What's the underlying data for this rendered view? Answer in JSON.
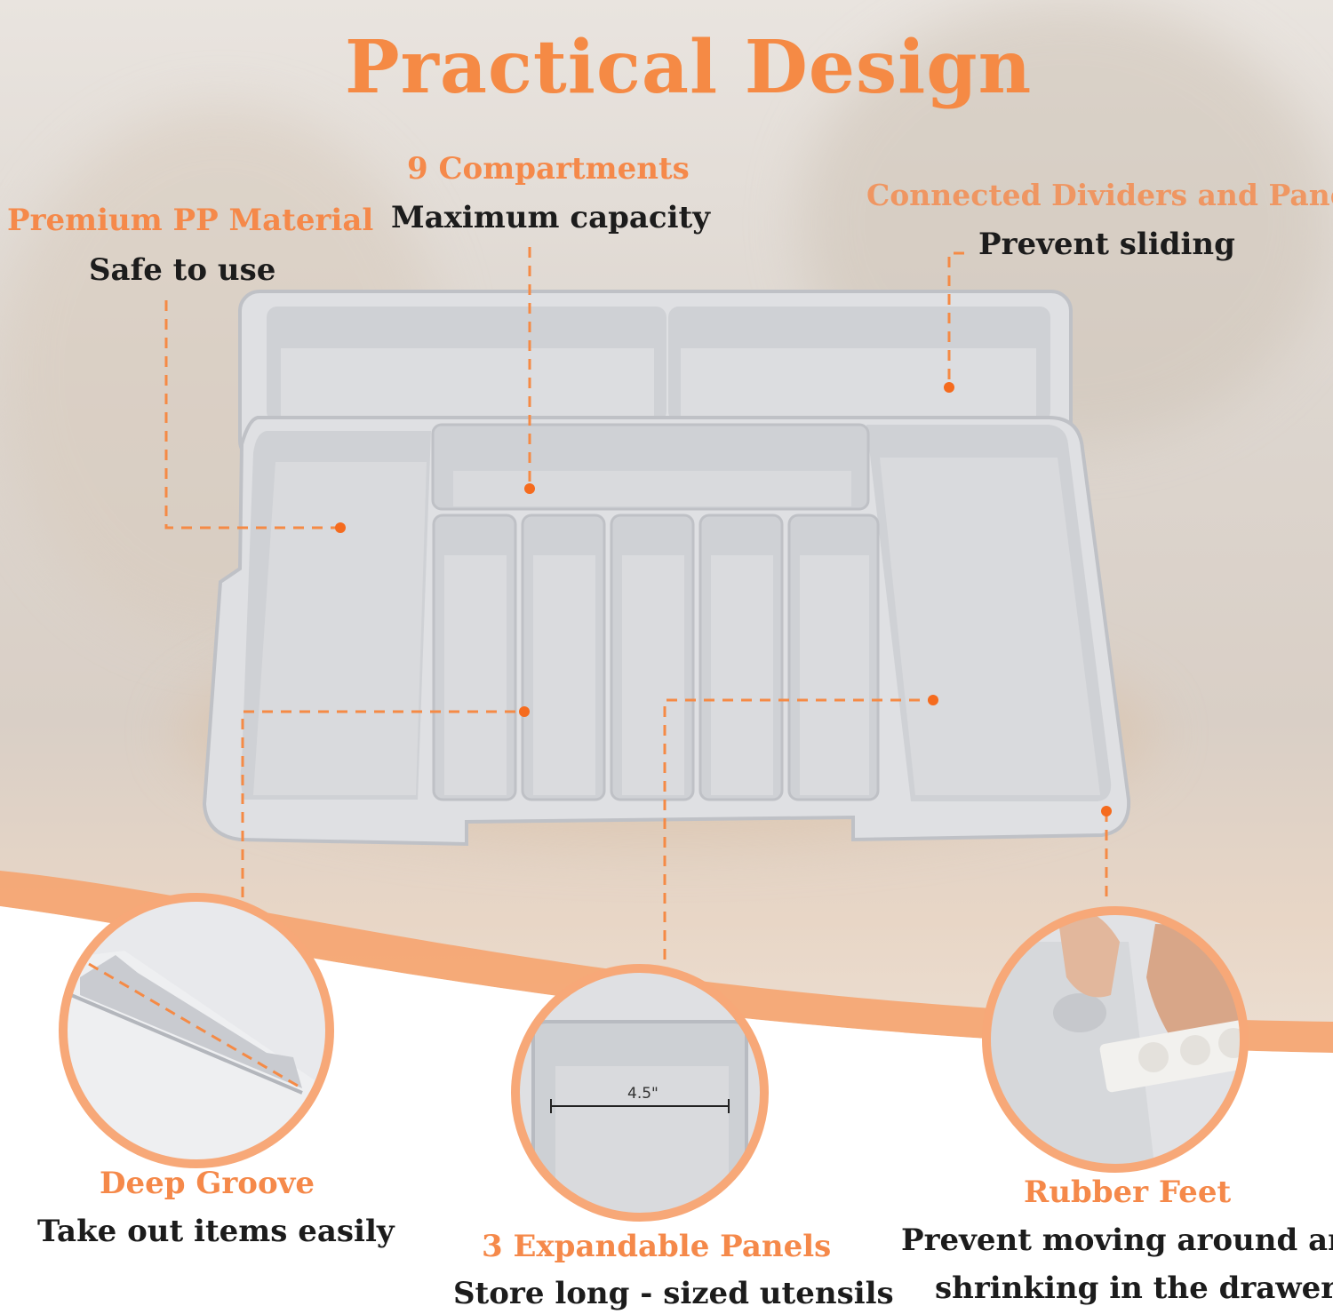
{
  "title": "Practical Design",
  "features": [
    {
      "heading": "Premium PP Material",
      "subtext": "Safe to use"
    },
    {
      "heading": "9 Compartments",
      "subtext": "Maximum capacity"
    },
    {
      "heading": "Connected Dividers and Panel",
      "subtext": "Prevent sliding"
    },
    {
      "heading": "Deep Groove",
      "subtext": "Take out items easily"
    },
    {
      "heading": "3 Expandable Panels",
      "subtext": "Store long - sized utensils"
    },
    {
      "heading": "Rubber Feet",
      "subtext_line1": "Prevent moving around and",
      "subtext_line2": "shrinking in the drawer"
    }
  ],
  "measurement_label": "4.5\"",
  "colors": {
    "accent": "#f58a45",
    "tray": "#d6d8dc",
    "tray_dark": "#b9bcc2",
    "text_dark": "#1c1c1c"
  }
}
